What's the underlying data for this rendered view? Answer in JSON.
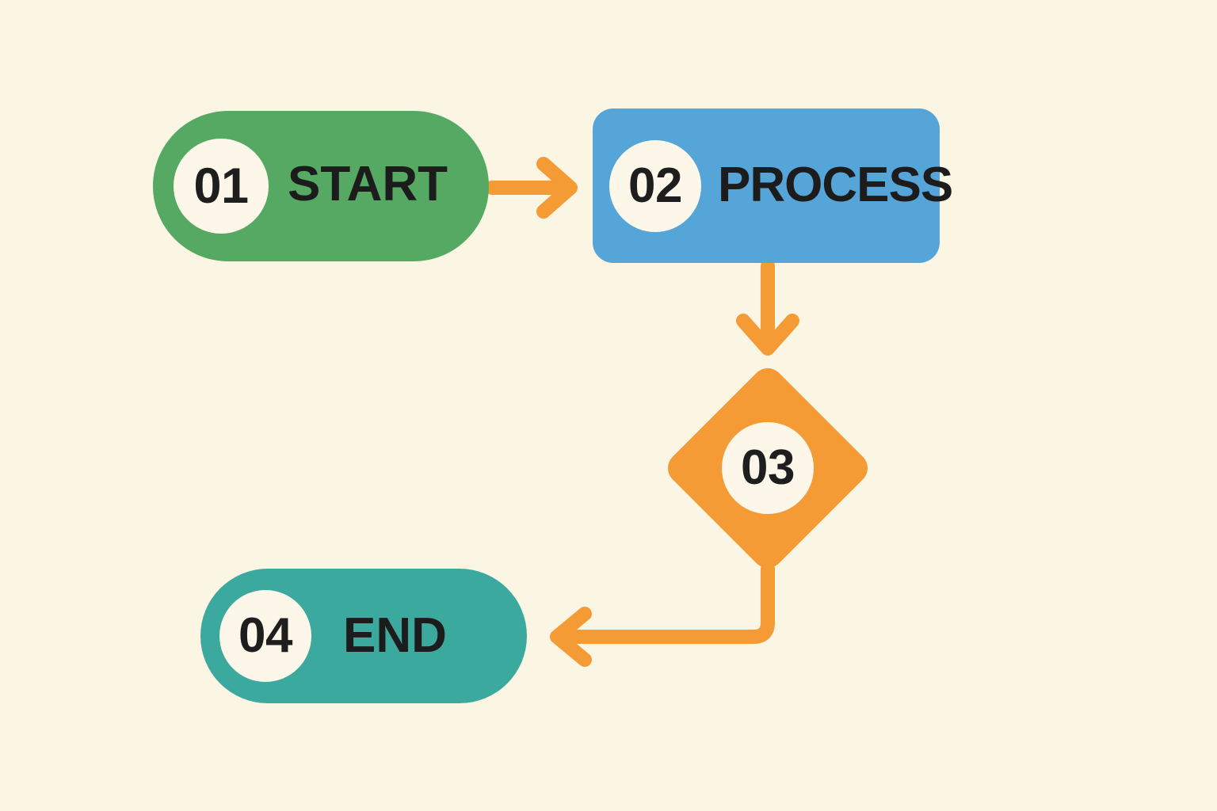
{
  "diagram": {
    "type": "flowchart",
    "background_color": "#FBF5E3",
    "connector_color": "#F59B36",
    "badge_color": "#FCF7E9",
    "text_color": "#1C1C1C",
    "nodes": [
      {
        "id": "start",
        "number": "01",
        "label": "START",
        "shape": "pill",
        "color": "#56A962"
      },
      {
        "id": "process",
        "number": "02",
        "label": "PROCESS",
        "shape": "rounded-rectangle",
        "color": "#56A5D8"
      },
      {
        "id": "decision",
        "number": "03",
        "label": "",
        "shape": "diamond",
        "color": "#F59B36"
      },
      {
        "id": "end",
        "number": "04",
        "label": "END",
        "shape": "pill",
        "color": "#3CA99E"
      }
    ],
    "connectors": [
      {
        "id": "start-to-process",
        "from": "start",
        "to": "process",
        "style": "straight-horizontal",
        "direction": "right"
      },
      {
        "id": "process-to-decision",
        "from": "process",
        "to": "decision",
        "style": "straight-vertical",
        "direction": "down"
      },
      {
        "id": "decision-to-end",
        "from": "decision",
        "to": "end",
        "style": "elbow",
        "direction": "left"
      }
    ]
  }
}
